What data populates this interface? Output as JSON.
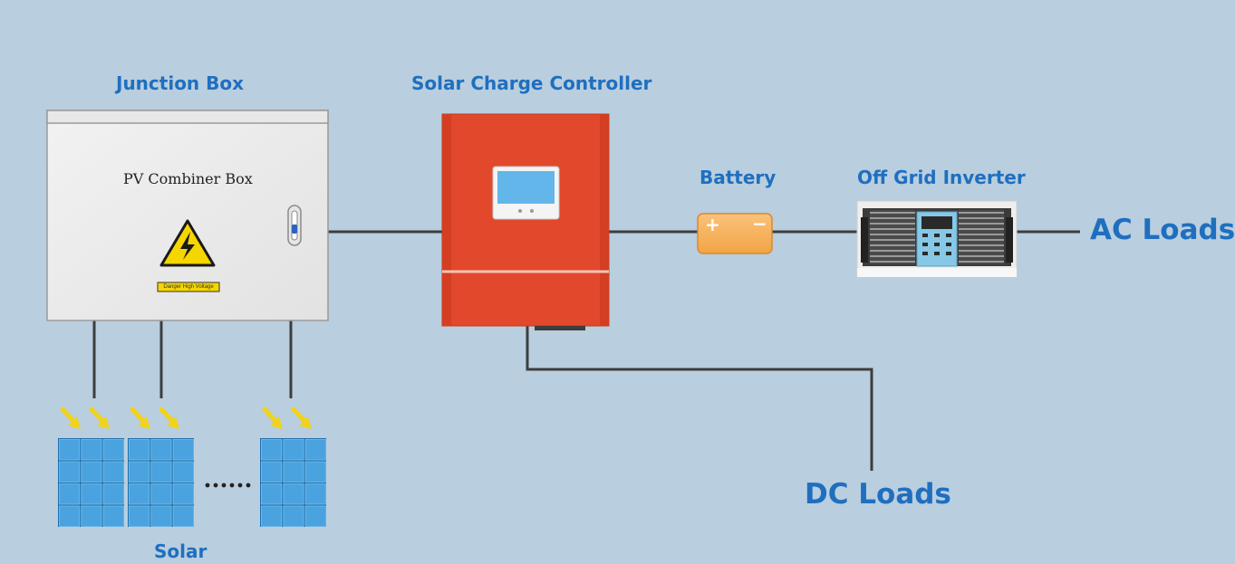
{
  "labels": {
    "junction_box": "Junction Box",
    "combiner_box": "PV Combiner Box",
    "warning_plate": "Danger High Voltage",
    "controller": "Solar Charge Controller",
    "battery": "Battery",
    "inverter": "Off Grid Inverter",
    "ac_loads": "AC Loads",
    "dc_loads": "DC Loads",
    "solar": "Solar",
    "battery_plus": "+",
    "battery_minus": "−"
  },
  "colors": {
    "background": "#b9cedf",
    "label_blue": "#1f6fbf",
    "controller_red": "#e2482b",
    "battery_orange": "#f7b45a",
    "panel_blue": "#3f9ad8",
    "sun_arrow": "#f2d21a"
  }
}
